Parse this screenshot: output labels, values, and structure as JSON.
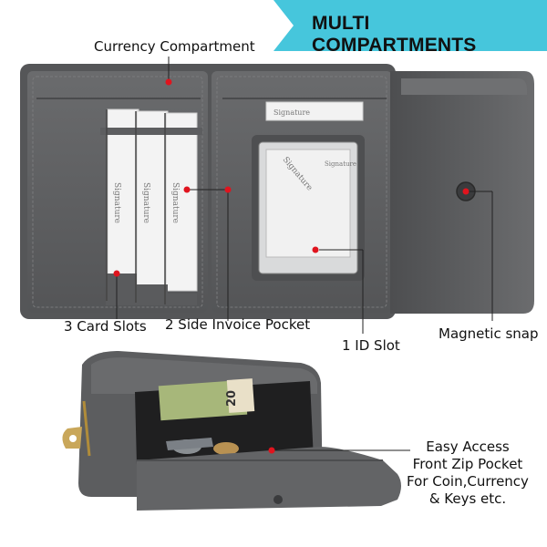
{
  "banner": {
    "title": "MULTI COMPARTMENTS"
  },
  "callouts": {
    "currency_compartment": "Currency Compartment",
    "card_slots": "3 Card Slots",
    "invoice_pocket": "2 Side Invoice Pocket",
    "id_slot": "1 ID Slot",
    "magnetic_snap": "Magnetic snap",
    "zip_pocket": [
      "Easy Access",
      "Front Zip Pocket",
      "For Coin,Currency",
      "& Keys etc."
    ]
  },
  "card_brand": "Signature",
  "banknote_text": "20",
  "colors": {
    "banner": "#46c6dc",
    "leather": "#5f6062",
    "leather_dark": "#4a4b4d",
    "marker": "#e0141e"
  }
}
